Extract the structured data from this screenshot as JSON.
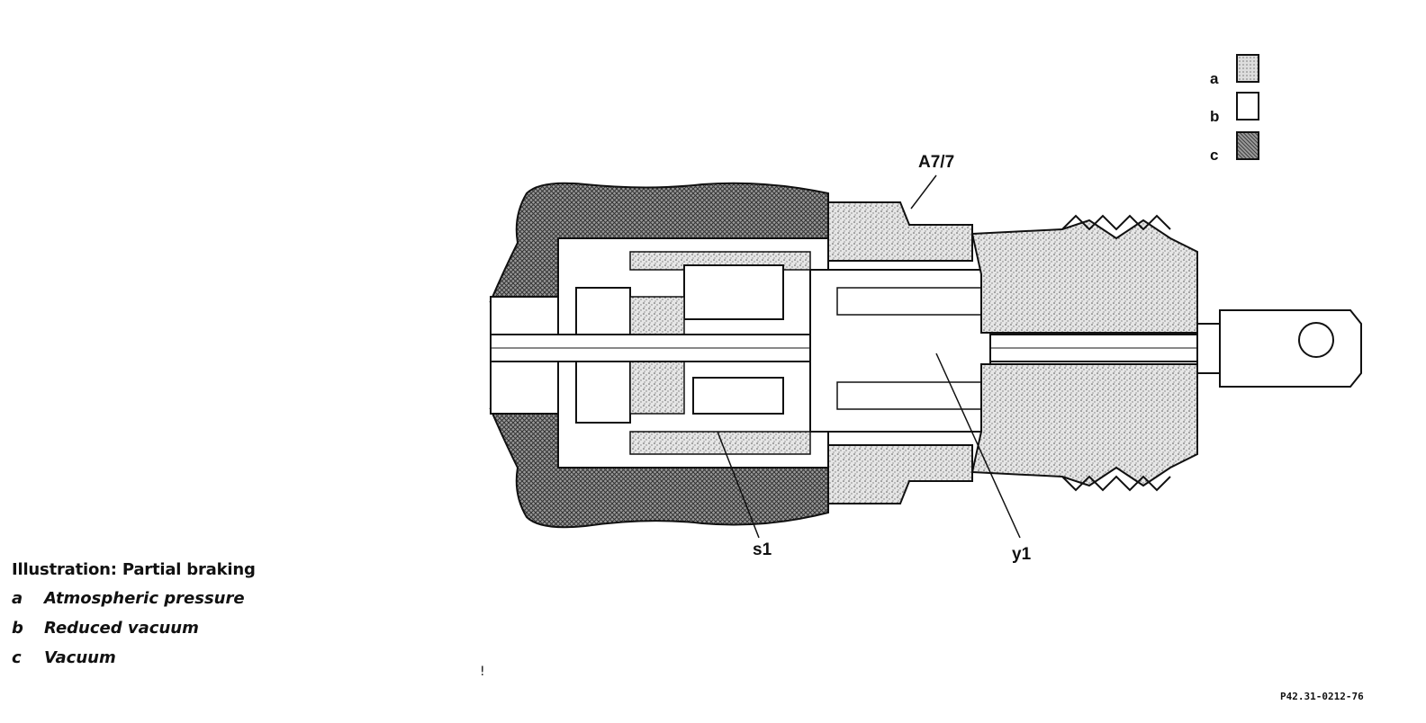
{
  "legend": {
    "caption": "Illustration: Partial braking",
    "items": [
      {
        "key": "a",
        "label": "Atmospheric pressure"
      },
      {
        "key": "b",
        "label": "Reduced vacuum"
      },
      {
        "key": "c",
        "label": "Vacuum"
      }
    ]
  },
  "swatches": [
    {
      "key": "a",
      "fill": "light-stipple"
    },
    {
      "key": "b",
      "fill": "white"
    },
    {
      "key": "c",
      "fill": "dark-crosshatch"
    }
  ],
  "callouts": {
    "component_a77": "A7/7",
    "component_s1": "s1",
    "component_y1": "y1"
  },
  "figure_ref": "P42.31-0212-76",
  "stray_mark": "!",
  "colors": {
    "line": "#111111",
    "stipple_light": "#cfcfcf",
    "crosshatch_dark": "#7a7a7a",
    "background": "#ffffff"
  }
}
